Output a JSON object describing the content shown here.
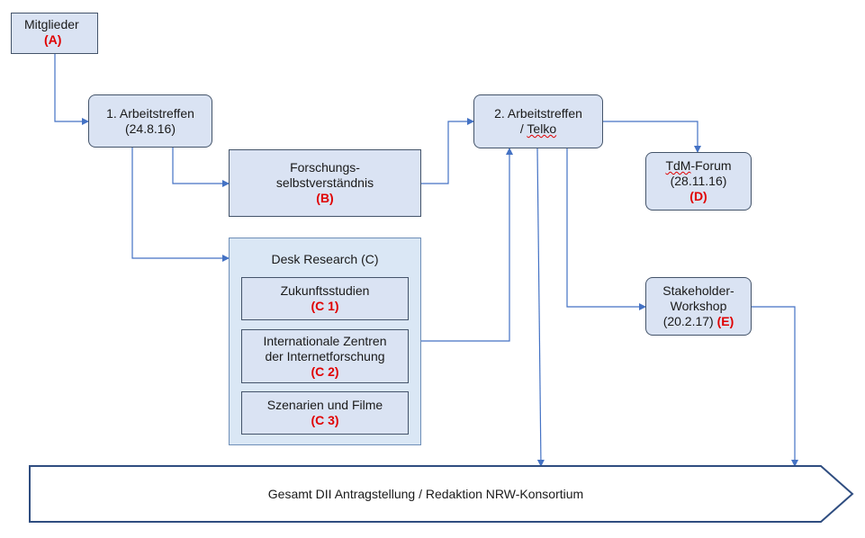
{
  "nodes": {
    "mitglieder": {
      "label": "Mitglieder",
      "code": "(A)"
    },
    "treffen1": {
      "line1": "1. Arbeitstreffen",
      "line2": "(24.8.16)"
    },
    "forschung": {
      "line1": "Forschungs-",
      "line2": "selbstverständnis",
      "code": "(B)"
    },
    "desk": {
      "title": "Desk Research (C)",
      "items": [
        {
          "lines": [
            "Zukunftsstudien"
          ],
          "code": "(C 1)"
        },
        {
          "lines": [
            "Internationale Zentren",
            "der Internetforschung"
          ],
          "code": "(C 2)"
        },
        {
          "lines": [
            "Szenarien und Filme"
          ],
          "code": "(C 3)"
        }
      ]
    },
    "treffen2": {
      "line1": "2. Arbeitstreffen",
      "line2_prefix": "/ ",
      "line2_word": "Telko"
    },
    "tdm": {
      "line1_prefix": "TdM",
      "line1_suffix": "-Forum",
      "line2": "(28.11.16)",
      "code": "(D)"
    },
    "stakeholder": {
      "line1": "Stakeholder-",
      "line2": "Workshop",
      "line3": "(20.2.17)",
      "code": "(E)"
    }
  },
  "banner": {
    "label": "Gesamt DII Antragstellung / Redaktion NRW-Konsortium"
  },
  "colors": {
    "box_fill": "#dae3f3",
    "box_border": "#44546a",
    "container_fill": "#dae7f5",
    "arrow": "#4472c4",
    "code_red": "#e00000",
    "banner_border": "#2f4d80"
  }
}
